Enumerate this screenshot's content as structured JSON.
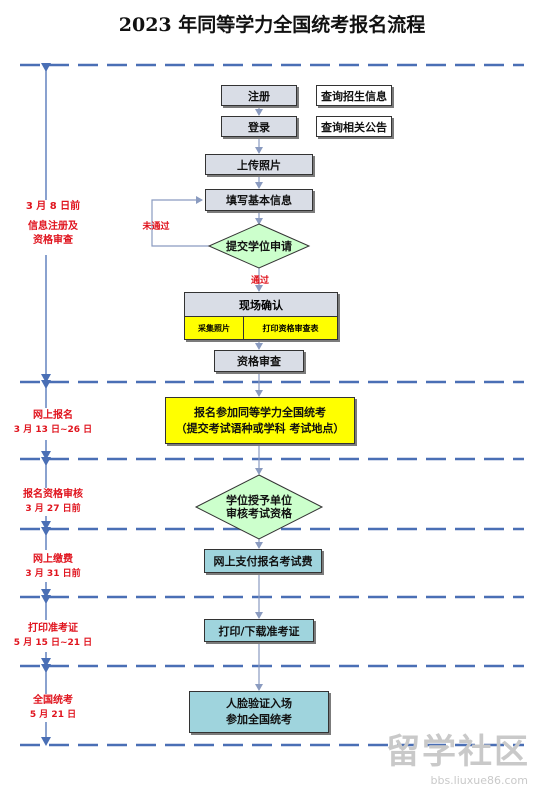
{
  "title": "2023 年同等学力全国统考报名流程",
  "steps": {
    "register": "注册",
    "login": "登录",
    "upload_photo": "上传照片",
    "fill_info": "填写基本信息",
    "submit_degree": "提交学位申请",
    "onsite_confirm": "现场确认",
    "collect_photo": "采集照片",
    "print_review_form": "打印资格审查表",
    "qualification_review": "资格审查",
    "apply_exam_line1": "报名参加同等学力全国统考",
    "apply_exam_line2": "（提交考试语种或学科  考试地点）",
    "grant_unit_line1": "学位授予单位",
    "grant_unit_line2": "审核考试资格",
    "pay_fee": "网上支付报名考试费",
    "print_ticket": "打印/下载准考证",
    "face_verify_line1": "人脸验证入场",
    "face_verify_line2": "参加全国统考"
  },
  "side_buttons": {
    "query_enrollment": "查询招生信息",
    "query_notice": "查询相关公告"
  },
  "branch": {
    "not_passed": "未通过",
    "passed": "通过"
  },
  "stages": [
    {
      "line1": "3 月 8 日前",
      "line2": "信息注册及",
      "line3": "资格审查"
    },
    {
      "line1": "网上报名",
      "line2": "3 月 13 日~26 日"
    },
    {
      "line1": "报名资格审核",
      "line2": "3 月 27 日前"
    },
    {
      "line1": "网上缴费",
      "line2": "3 月 31 日前"
    },
    {
      "line1": "打印准考证",
      "line2": "5 月 15 日~21 日"
    },
    {
      "line1": "全国统考",
      "line2": "5 月 21 日"
    }
  ],
  "watermark": {
    "text": "留学社区",
    "url": "bbs.liuxue86.com"
  },
  "colors": {
    "dash_line": "#4a6fb5",
    "highlight": "#ffff00",
    "diamond": "#ccffcc",
    "teal_box": "#9fd4dd",
    "red_text": "#e0141e"
  }
}
